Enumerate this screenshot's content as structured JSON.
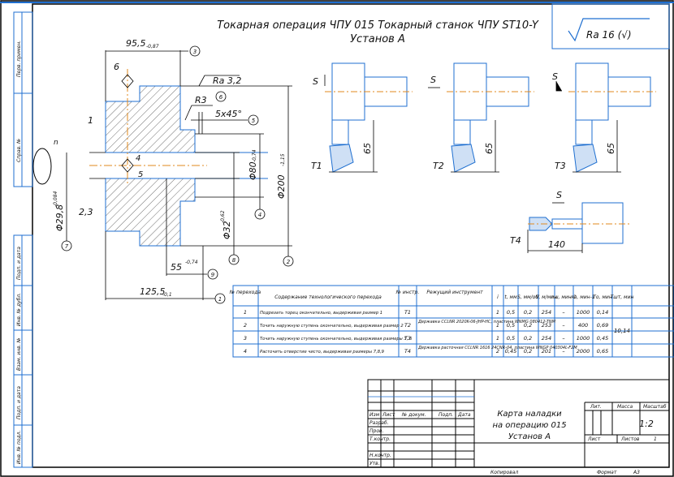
{
  "title": {
    "line1": "Токарная операция ЧПУ 015 Токарный станок ЧПУ ST10-Y",
    "line2": "Установ А"
  },
  "roughness_general": "Ra 16 (√)",
  "side_stamps": [
    "Перв. примен.",
    "Справ. №",
    "Подп. и дата",
    "Инв. № дубл.",
    "Взам. инв. №",
    "Подп. и дата",
    "Инв. № подл."
  ],
  "part": {
    "dims": {
      "d95": "95,5",
      "d95_tol": "-0,87",
      "ra32": "Ra 3,2",
      "r3": "R3",
      "chamfer": "5x45°",
      "d200": "Φ200",
      "d200_tol": "-1,15",
      "d80": "Φ80",
      "d80_tol": "-0,74",
      "d32": "Φ32",
      "d32_tol": "-0,62",
      "d29": "Φ29,8",
      "d29_tol": "-0,084",
      "d55": "55",
      "d55_tol": "-0,74",
      "d125": "125,5",
      "d125_tol": "-0,1"
    },
    "surface_labels": [
      "1",
      "2,3",
      "4",
      "5",
      "6",
      "n"
    ],
    "callouts": [
      "1",
      "2",
      "3",
      "4",
      "5",
      "6",
      "7",
      "8",
      "9"
    ]
  },
  "tools": [
    {
      "name": "T1",
      "dim": "65",
      "feed": "S"
    },
    {
      "name": "T2",
      "dim": "65",
      "feed": "S"
    },
    {
      "name": "T3",
      "dim": "65",
      "feed": "S"
    },
    {
      "name": "T4",
      "dim": "140",
      "feed": "S"
    }
  ],
  "table": {
    "headers": [
      "№ перехода",
      "Содержание технологического перехода",
      "№ инстр.",
      "Режущий инструмент",
      "i",
      "t, мм",
      "S, мм/об",
      "V, м/мин",
      "nш, мин-1",
      "nз, мин-1",
      "То, мин",
      "Тшт, мин"
    ],
    "rows": [
      {
        "n": "1",
        "content": "Подрезать торец окончательно, выдерживая размер 1",
        "tool": "T1",
        "i": "1",
        "t": "0,5",
        "s": "0,2",
        "v": "254",
        "nsh": "–",
        "nz": "1000",
        "to": "0,14"
      },
      {
        "n": "2",
        "content": "Точить наружную ступень окончательно, выдерживая размер 2",
        "tool": "T2",
        "i": "1",
        "t": "0,5",
        "s": "0,2",
        "v": "253",
        "nsh": "–",
        "nz": "400",
        "to": "0,69"
      },
      {
        "n": "3",
        "content": "Точить наружную ступень окончательно, выдерживая размеры 3, 6",
        "tool": "T3",
        "i": "1",
        "t": "0,5",
        "s": "0,2",
        "v": "254",
        "nsh": "–",
        "nz": "1000",
        "to": "0,45"
      },
      {
        "n": "4",
        "content": "Расточить отверстие чисто, выдерживая размеры 7,8,9",
        "tool": "T4",
        "i": "2",
        "t": "0,45",
        "s": "0,2",
        "v": "201",
        "nsh": "–",
        "nz": "2000",
        "to": "0,65"
      }
    ],
    "tool_group1": "Державка CCLNR 2020K-06-JHP-HC, пластина WNMG 080412-TNM",
    "tool_group2": "Державка расточная CCLNR 1616 24CNR-04, пластина WNGP 040304L-F2M",
    "tsht": "10,14"
  },
  "stamp": {
    "headers": [
      "Изм",
      "Лист",
      "№ докум.",
      "Подп.",
      "Дата"
    ],
    "roles": [
      "Разраб.",
      "Пров.",
      "Т.контр.",
      "",
      "Н.контр.",
      "Утв."
    ],
    "doc_title": [
      "Карта наладки",
      "на операцию 015",
      "Установ А"
    ],
    "lit": "Лит.",
    "mass": "Масса",
    "scale": "Масштаб",
    "scale_value": "1:2",
    "sheet": "Лист",
    "sheets": "Листов",
    "sheets_value": "1",
    "copied": "Копировал",
    "format": "Формат",
    "format_value": "А3"
  }
}
